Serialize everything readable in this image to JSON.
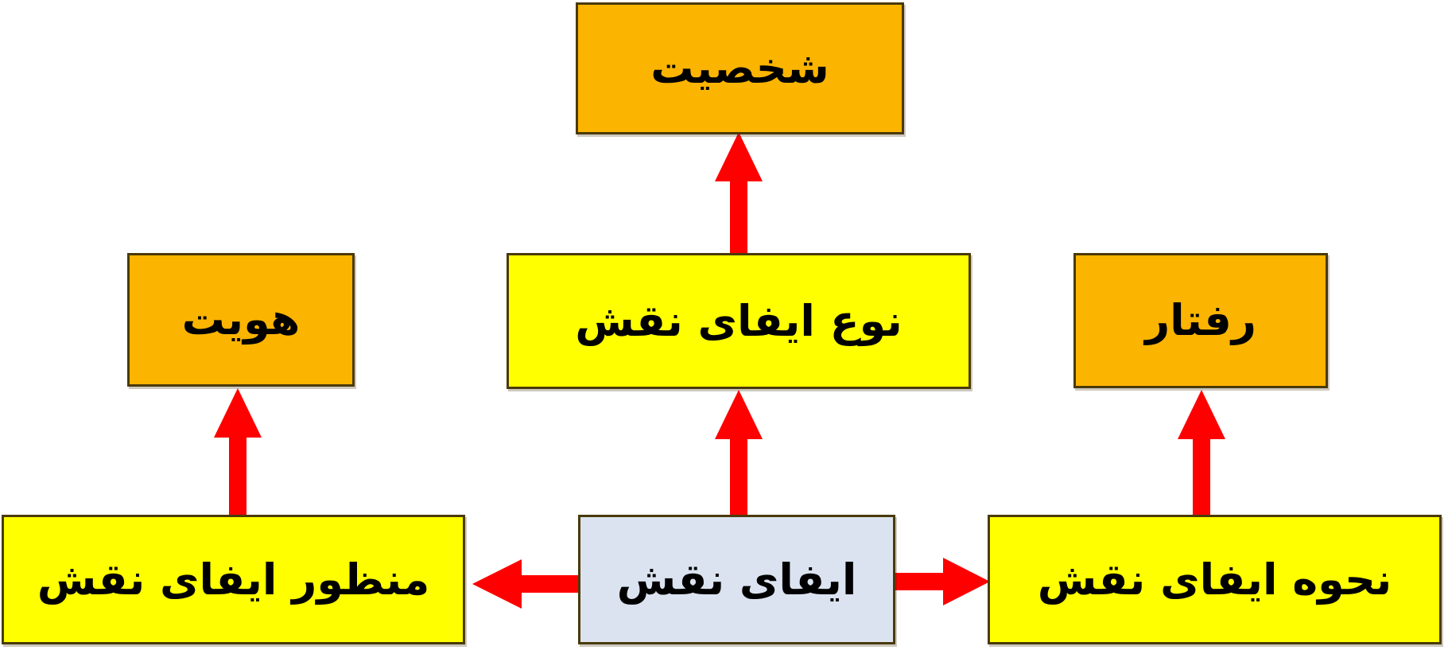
{
  "colors": {
    "orange": "#fbb400",
    "yellow": "#ffff00",
    "light_blue": "#dbe3f0",
    "arrow": "#ff0000"
  },
  "nodes": {
    "personality": {
      "label": "شخصیت",
      "color": "orange"
    },
    "identity": {
      "label": "هویت",
      "color": "orange"
    },
    "role_type": {
      "label": "نوع ایفای نقش",
      "color": "yellow"
    },
    "behavior": {
      "label": "رفتار",
      "color": "orange"
    },
    "role_purpose": {
      "label": "منظور ایفای نقش",
      "color": "yellow"
    },
    "role_playing": {
      "label": "ایفای نقش",
      "color": "light_blue"
    },
    "role_manner": {
      "label": "نحوه ایفای نقش",
      "color": "yellow"
    }
  },
  "edges": [
    {
      "from": "role_type",
      "to": "personality"
    },
    {
      "from": "role_playing",
      "to": "role_type"
    },
    {
      "from": "role_purpose",
      "to": "identity"
    },
    {
      "from": "role_manner",
      "to": "behavior"
    },
    {
      "from": "role_playing",
      "to": "role_purpose"
    },
    {
      "from": "role_playing",
      "to": "role_manner"
    }
  ]
}
